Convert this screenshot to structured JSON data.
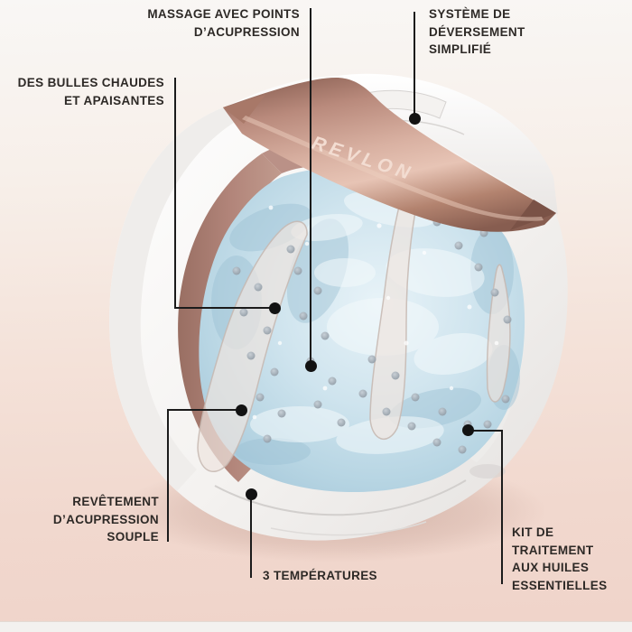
{
  "product": {
    "brand": "REVLON"
  },
  "callouts": {
    "massage": {
      "lines": [
        "MASSAGE AVEC POINTS",
        "D’ACUPRESSION"
      ]
    },
    "systeme": {
      "lines": [
        "SYSTÈME DE",
        "DÉVERSEMENT",
        "SIMPLIFIÉ"
      ]
    },
    "bulles": {
      "lines": [
        "DES BULLES CHAUDES",
        "ET APAISANTES"
      ]
    },
    "revetement": {
      "lines": [
        "REVÊTEMENT",
        "D’ACUPRESSION",
        "SOUPLE"
      ]
    },
    "temperatures": {
      "lines": [
        "3 TEMPÉRATURES"
      ]
    },
    "kit": {
      "lines": [
        "KIT DE",
        "TRAITEMENT",
        "AUX HUILES",
        "ESSENTIELLES"
      ]
    }
  },
  "colors": {
    "background_top": "#f8f6f4",
    "background_bottom": "#f0d4ca",
    "band_rose_gold": "#c3907f",
    "band_highlight": "#e7c4b5",
    "inner_wall_mauve": "#ab7f72",
    "water_blue": "#cfe4ee",
    "shell_white": "#fdfdfd",
    "label_text": "#2d2926",
    "connector": "#1b1b1b",
    "brand_text": "#f3ddd2"
  }
}
